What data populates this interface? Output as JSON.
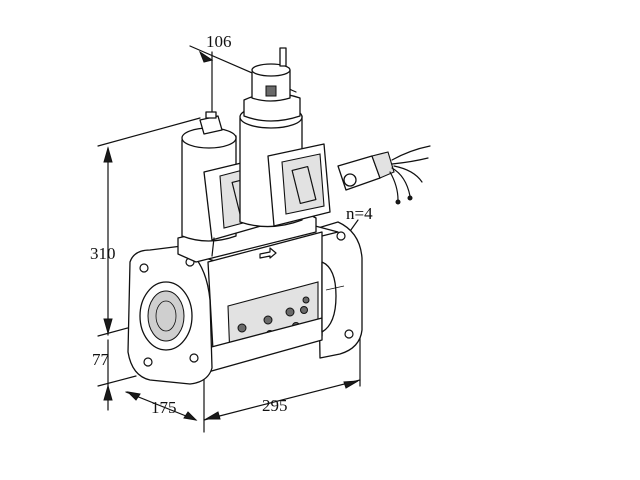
{
  "dimensions": {
    "top_width": "106",
    "height_total": "310",
    "height_base": "77",
    "depth": "175",
    "length": "295",
    "bolt_count": "n=4"
  },
  "colors": {
    "line": "#111111",
    "background": "#ffffff",
    "shade": "#e2e2e2"
  }
}
